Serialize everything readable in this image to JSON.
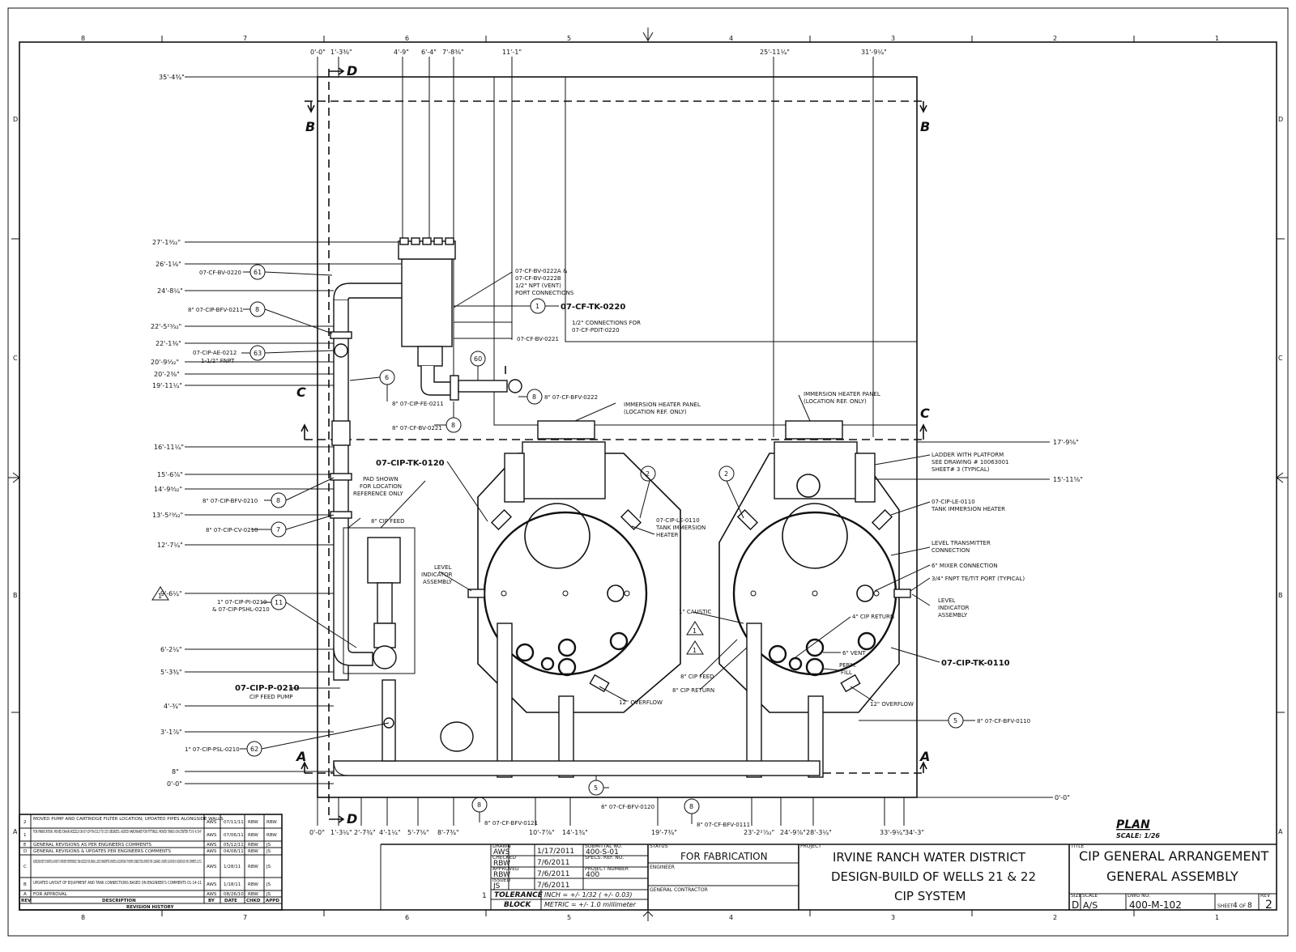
{
  "border": {
    "cols": [
      "8",
      "7",
      "6",
      "5",
      "4",
      "3",
      "2",
      "1"
    ],
    "rows": [
      "D",
      "C",
      "B",
      "A"
    ]
  },
  "dims_top": [
    "0'-0\"",
    "1'-3⅜\"",
    "4'-9\"",
    "6'-4\"",
    "7'-8⅜\"",
    "11'-1\"",
    "25'-11¼\"",
    "31'-9¼\""
  ],
  "dims_left": [
    "35'-4¾\"",
    "27'-1⁹⁄₃₂\"",
    "26'-1⅛\"",
    "24'-8¼\"",
    "22'-5²³⁄₃₂\"",
    "22'-1⅜\"",
    "20'-9⁵⁄₃₂\"",
    "20'-2⅜\"",
    "19'-11¼\"",
    "16'-11¼\"",
    "15'-6⅞\"",
    "14'-9³⁄₃₂\"",
    "13'-5²⁹⁄₃₂\"",
    "12'-7¼\"",
    "9'-6¼\"",
    "6'-2¼\"",
    "5'-3¾\"",
    "4'-¾\"",
    "3'-1⅞\"",
    "8\"",
    "0'-0\""
  ],
  "dims_bottom": [
    "0'-0\"",
    "1'-3¼\"",
    "2'-7¾\"",
    "4'-1¼\"",
    "5'-7⅝\"",
    "8'-7¾\"",
    "10'-7⅞\"",
    "14'-1¾\"",
    "19'-7¾\"",
    "23'-2²⁷⁄₃₂\"",
    "24'-9⅞\"",
    "28'-3¼\"",
    "33'-9¼\"",
    "34'-3\""
  ],
  "dims_right": [
    "17'-9⅝\"",
    "15'-11⅝\"",
    "0'-0\""
  ],
  "sections": {
    "a": "A",
    "b": "B",
    "c": "C",
    "d": "D"
  },
  "balloons": [
    "61",
    "8",
    "63",
    "6",
    "60",
    "1",
    "8",
    "8",
    "2",
    "2",
    "8",
    "7",
    "11",
    "62",
    "5",
    "8",
    "8",
    "5"
  ],
  "callouts": {
    "cf_bv_0220": "07-CF-BV-0220",
    "cip_bfv_0211": "8\" 07-CIP-BFV-0211",
    "cip_ae_0212": "07-CIP-AE-0212",
    "fnpt": "1-1/2\" FNPT",
    "cip_fe_0211": "8\" 07-CIP-FE-0211",
    "cf_bv_0221": "8\" 07-CF-BV-0221",
    "cf_bv_0222": "07-CF-BV-0222A &",
    "cf_bv_0222b": "07-CF-BV-0222B",
    "vent": "1/2\" NPT (VENT)",
    "port": "PORT CONNECTIONS",
    "tk_0220": "07-CF-TK-0220",
    "conn_half": "1/2\" CONNECTIONS FOR",
    "pdit": "07-CF-PDIT-0220",
    "cf_bv_0221b": "07-CF-BV-0221",
    "cf_bfv_0222": "8\" 07-CF-BFV-0222",
    "heater_panel1": "IMMERSION HEATER PANEL",
    "heater_panel1b": "(LOCATION REF. ONLY)",
    "heater_panel2": "IMMERSION HEATER PANEL",
    "heater_panel2b": "(LOCATION REF. ONLY)",
    "tk_0120": "07-CIP-TK-0120",
    "pad1": "PAD SHOWN",
    "pad2": "FOR LOCATION",
    "pad3": "REFERENCE ONLY",
    "cip_feed": "8\" CIP FEED",
    "bfv_0210": "8\" 07-CIP-BFV-0210",
    "cv_0210": "8\" 07-CIP-CV-0210",
    "pi_0210": "1\" 07-CIP-PI-0210",
    "pshl_0210": "& 07-CIP-PSHL-0210",
    "p_0210": "07-CIP-P-0210",
    "pump": "CIP FEED PUMP",
    "psl_0210": "1\" 07-CIP-PSL-0210",
    "lvl1": "LEVEL",
    "lvl2": "INDICATOR",
    "lvl3": "ASSEMBLY",
    "le_0110": "07-CIP-LE-0110",
    "tih1": "TANK IMMERSION",
    "tih2": "HEATER",
    "ovf1": "12\" OVERFLOW",
    "ovf2": "12\" OVERFLOW",
    "caustic": "1\" CAUSTIC",
    "cip_feed2": "8\" CIP FEED",
    "cip_return": "8\" CIP RETURN",
    "ladder1": "LADDER WITH PLATFORM",
    "ladder2": "SEE DRAWING # 10063001",
    "ladder3": "SHEET# 3 (TYPICAL)",
    "le_0110b": "07-CIP-LE-0110",
    "tih3": "TANK IMMERSION HEATER",
    "lt1": "LEVEL TRANSMITTER",
    "lt2": "CONNECTION",
    "mixer": "6\" MIXER CONNECTION",
    "fnpt34": "3/4\" FNPT TE/TIT PORT (TYPICAL)",
    "lvl4": "LEVEL",
    "lvl5": "INDICATOR",
    "lvl6": "ASSEMBLY",
    "cip_ret4": "4\" CIP RETURN",
    "tk_0110": "07-CIP-TK-0110",
    "vent6": "6\" VENT",
    "perm1": "PERM.",
    "perm2": "FILL",
    "bfv_0110": "8\" 07-CF-BFV-0110",
    "bfv_0120": "8\" 07-CF-BFV-0120",
    "bfv_0121": "8\" 07-CF-BFV-0121",
    "bfv_0111": "8\" 07-CF-BFV-0111"
  },
  "plan": {
    "title": "PLAN",
    "scale": "SCALE: 1/26"
  },
  "revisions": {
    "header": [
      "REV",
      "DESCRIPTION",
      "BY",
      "DATE",
      "CHKD",
      "APPD"
    ],
    "footer": "REVISION HISTORY",
    "rows": [
      {
        "rev": "2",
        "desc": "MOVED PUMP AND CARTRIDGE FILTER LOCATION; UPDATED PIPES ALONGSIDE WALLS",
        "by": "AWS",
        "date": "07/11/11",
        "chkd": "RBW",
        "appd": "RBW"
      },
      {
        "rev": "1",
        "desc": "FOR FABRICATION. MOVED DRAIN NOZZLE ON 07-CIP-TK-0110 TO 155 DEGREES. ADDED HARDWARE FOR FITTINGS. MOVED TANKS ON CENTER TO 9'-6 3/4\"",
        "by": "AWS",
        "date": "07/06/11",
        "chkd": "RBW",
        "appd": "RBW"
      },
      {
        "rev": "E",
        "desc": "GENERAL REVISIONS AS PER ENGINEERS COMMENTS",
        "by": "AWS",
        "date": "05/12/11",
        "chkd": "RBW",
        "appd": "JS"
      },
      {
        "rev": "D",
        "desc": "GENERAL REVISIONS & UPDATES PER ENGINEERS COMMENTS",
        "by": "AWS",
        "date": "04/08/11",
        "chkd": "RBW",
        "appd": "JS"
      },
      {
        "rev": "C",
        "desc": "ADDED/REVISED TO HEATERS & MIXER TO PREVENT INTERFERENCE. TANK NOZZLES FOR DRAIN & LEVEL TRANSMITTER UPDATED & ELEVATIONS OF HEATER CONNECTIONS UPDATED FOR CLEARANCE. UPDATED LOCATION OF LADDER ASSY PER COMMENTS 1/27/11",
        "by": "AWS",
        "date": "1/28/11",
        "chkd": "RBW",
        "appd": "JS"
      },
      {
        "rev": "B",
        "desc": "UPDATED LAYOUT OF EQUIPMENT AND TANK CONNECTIONS BASED ON ENGINEER'S COMMENTS 01-14-11",
        "by": "AWS",
        "date": "1/18/11",
        "chkd": "RBW",
        "appd": "JS"
      },
      {
        "rev": "A",
        "desc": "FOR APPROVAL",
        "by": "AWS",
        "date": "08/26/10",
        "chkd": "RBW",
        "appd": "JS"
      }
    ]
  },
  "titleblock": {
    "drawn_lbl": "DRAWN",
    "drawn_by": "AWS",
    "drawn_date": "1/17/2011",
    "checked_lbl": "CHECKED",
    "checked_by": "RBW",
    "checked_date": "7/6/2011",
    "approved_lbl": "APPROVED",
    "approved_by": "RBW",
    "approved_date": "7/6/2011",
    "issued_lbl": "ISSUED",
    "issued_by": "JS",
    "issued_date": "7/6/2011",
    "subcontract_lbl": "SUBMITTAL NO.",
    "subcontract": "400-S-01",
    "specs_lbl": "SPECS. REF. NO.",
    "project_lbl": "PROJECT NUMBER",
    "project": "400",
    "tol1": "TOLERANCE",
    "tol2": "BLOCK",
    "inch": "INCH = +/- 1/32 ( +/- 0.03)",
    "metric": "METRIC = +/- 1.0 millimeter",
    "status_lbl": "STATUS",
    "status": "FOR FABRICATION",
    "engineer_lbl": "ENGINEER",
    "contractor_lbl": "GENERAL CONTRACTOR",
    "project_name_lbl": "PROJECT",
    "client1": "IRVINE RANCH WATER DISTRICT",
    "client2": "DESIGN-BUILD OF WELLS 21 & 22",
    "client3": "CIP SYSTEM",
    "title_lbl": "TITLE",
    "title1": "CIP GENERAL ARRANGEMENT",
    "title2": "GENERAL ASSEMBLY",
    "size_lbl": "SIZE",
    "size": "D",
    "scale_lbl": "SCALE",
    "scale": "A/S",
    "dwg_lbl": "DWG NO.",
    "dwg": "400-M-102",
    "sheet_lbl": "SHEET",
    "sheet": "4",
    "of": "OF",
    "sheets": "8",
    "rev_lbl": "REV",
    "rev": "2",
    "one": "1"
  },
  "triangles": [
    "1",
    "1",
    "1"
  ]
}
